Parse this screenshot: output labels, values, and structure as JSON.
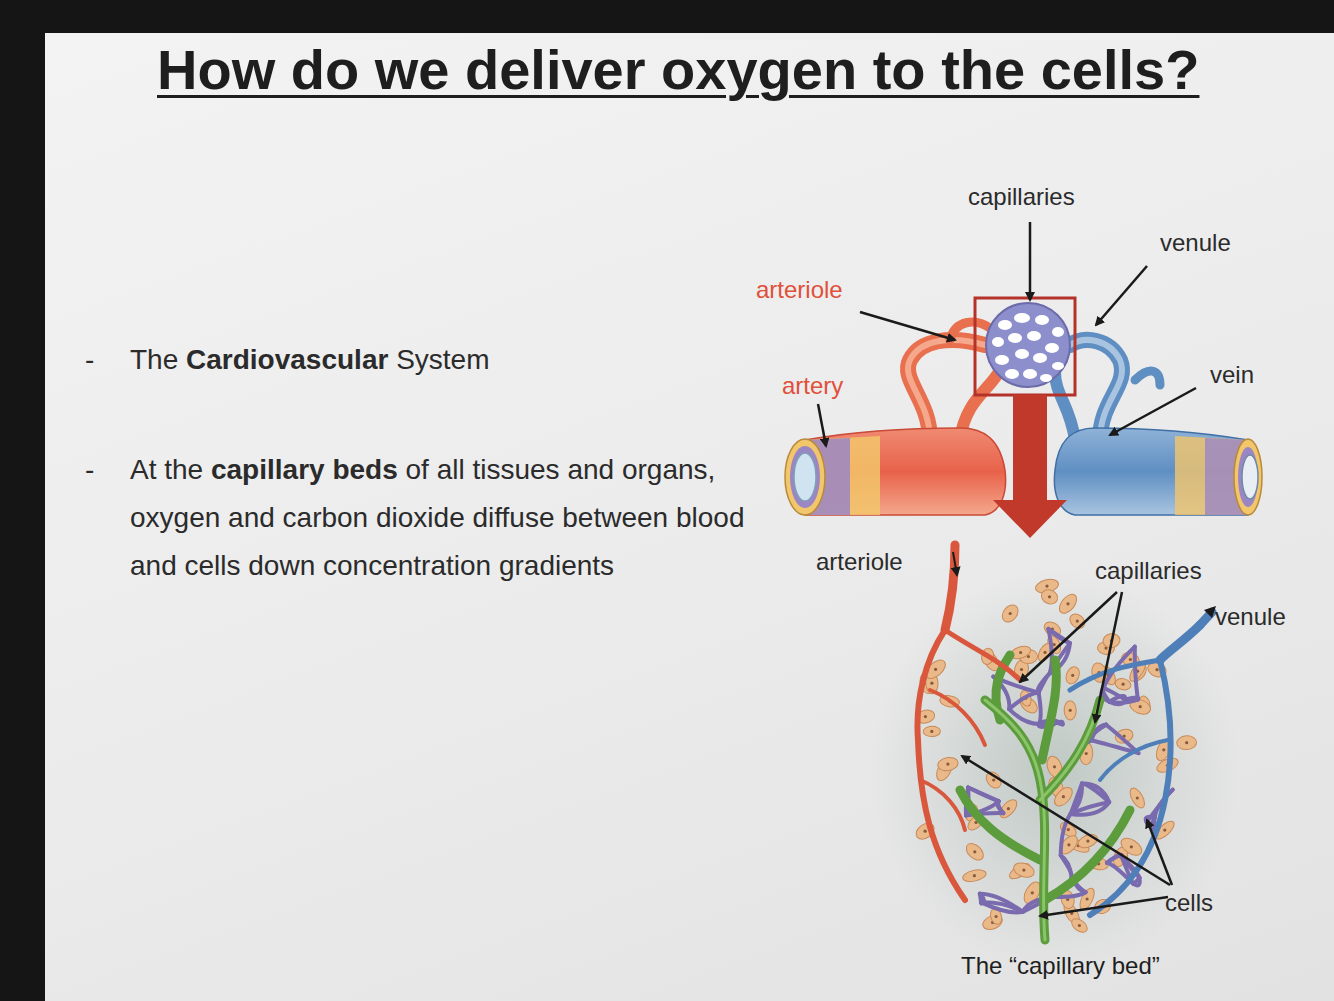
{
  "diagram": {
    "title": "How do we deliver oxygen to the cells?",
    "caption": "The “capillary bed”",
    "labels": [
      "-",
      "The Cardiovascular System",
      "-",
      "At the capillary beds of all tissues and organs, oxygen and carbon dioxide diffuse between blood and cells down concentration gradients",
      "capillaries",
      "venule",
      "arteriole",
      "vein",
      "artery",
      "arteriole",
      "capillaries",
      "venule",
      "cells"
    ]
  }
}
